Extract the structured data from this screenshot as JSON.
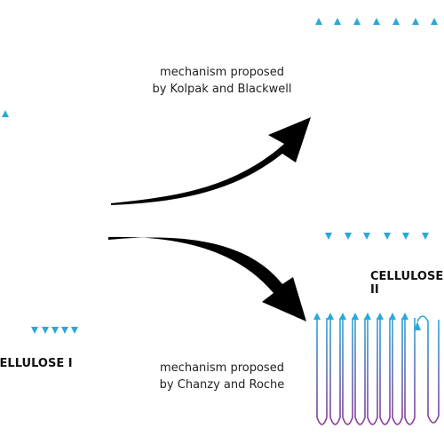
{
  "labels": {
    "cellulose_i": "CELLULOSE I",
    "cellulose_ii": "CELLULOSE II",
    "kolpak_line1": "mechanism proposed",
    "kolpak_line2": "by Kolpak and Blackwell",
    "chanzy_line1": "mechanism proposed",
    "chanzy_line2": "by Chanzy and Roche"
  },
  "colors": {
    "blue": "#2aa8d8",
    "magenta": "#b5267a",
    "arrow": "#000000",
    "text": "#222222"
  },
  "icons": {
    "upper_arrow": "curved-arrow-up-right-icon",
    "lower_arrow": "curved-arrow-down-right-icon"
  }
}
